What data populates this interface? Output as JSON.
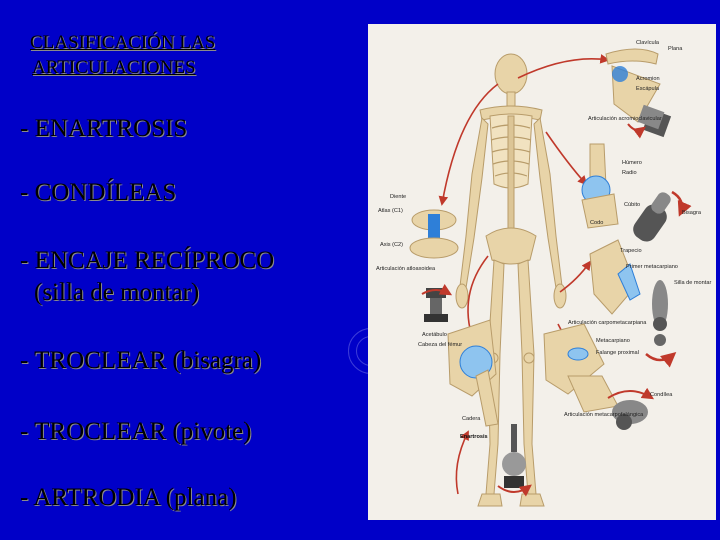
{
  "slide": {
    "title_line1": "CLASIFICACIÓN LAS",
    "title_line2": "ARTICULACIONES",
    "bullets": [
      {
        "text": "- ENARTROSIS"
      },
      {
        "text": "- CONDÍLEAS"
      },
      {
        "text": "- ENCAJE RECÍPROCO",
        "sub": "(silla de montar)"
      },
      {
        "text": "- TROCLEAR (bisagra)"
      },
      {
        "text": "- TROCLEAR (pivote)"
      },
      {
        "text": "- ARTRODIA (plana)"
      }
    ]
  },
  "figure": {
    "labels": {
      "clavicula": "Clavícula",
      "plana": "Plana",
      "acromion": "Acromion",
      "escapula": "Escápula",
      "articulacion_acromioclavicular": "Articulación acromioclavicular",
      "humero": "Húmero",
      "radio": "Radio",
      "cubito": "Cúbito",
      "codo": "Codo",
      "bisagra": "Bisagra",
      "diente": "Diente",
      "atlas": "Atlas (C1)",
      "axis": "Axis (C2)",
      "articulacion_atloaxoidea": "Articulación atloaxoidea",
      "trapecio": "Trapecio",
      "primer_metacarpiano": "Primer metacarpiano",
      "silla_de_montar": "Silla de montar",
      "articulacion_carpometacarpiana": "Articulación carpometacarpiana",
      "acetabulo": "Acetábulo",
      "cabeza_del_femur": "Cabeza del fémur",
      "metacarpiano": "Metacarpiano",
      "falange_proximal": "Falange proximal",
      "condilea": "Condílea",
      "cadera": "Cadera",
      "articulacion_metacarpofalangica": "Articulación metacarpofalángica",
      "enartrosis": "Enartrosis"
    }
  },
  "colors": {
    "background": "#0000c8",
    "text": "#000000",
    "figure_background": "#f3f0ea",
    "bone": "#e8d4a8",
    "cartilage": "#2e7fd8",
    "arrow": "#c0392b"
  }
}
